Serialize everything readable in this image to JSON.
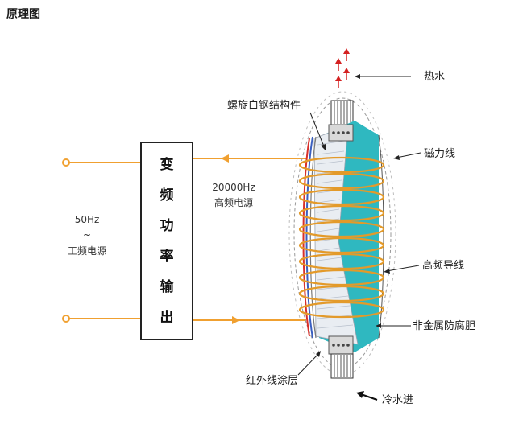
{
  "title": "原理图",
  "box": {
    "chars": [
      "变",
      "频",
      "功",
      "率",
      "输",
      "出"
    ]
  },
  "labels": {
    "input_freq": "50Hz",
    "input_tilde": "~",
    "input_name": "工频电源",
    "hf_freq": "20000Hz",
    "hf_name": "高频电源",
    "hot_water": "热水",
    "spiral": "螺旋白钢结构件",
    "magnetic": "磁力线",
    "hf_wire": "高频导线",
    "liner": "非金属防腐胆",
    "infrared": "红外线涂层",
    "cold_water": "冷水进"
  },
  "colors": {
    "wire": "#f0a030",
    "coil": "#e39a2a",
    "teal": "#2fb8c0",
    "arrow_red": "#d42020",
    "box_border": "#222222",
    "ir_red": "#d8302a",
    "ir_blue": "#3a5fc0"
  }
}
